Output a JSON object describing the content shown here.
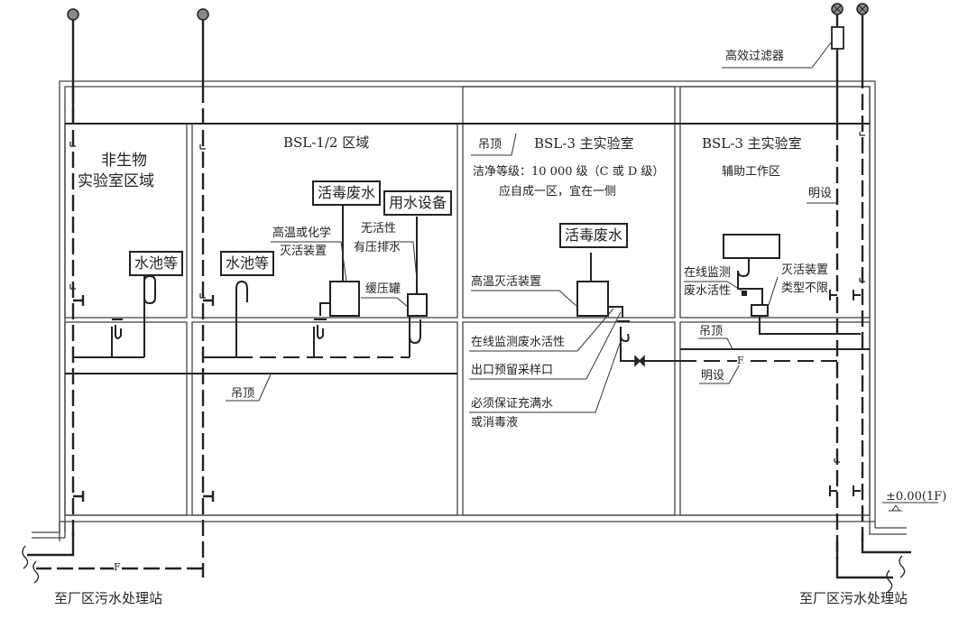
{
  "zones": {
    "non_bio": {
      "line1": "非生物",
      "line2": "实验室区域"
    },
    "bsl12": {
      "title": "BSL-1/2 区域"
    },
    "bsl3_main": {
      "title": "BSL-3 主实验室",
      "desc1": "洁净等级：10 000 级（C 或 D 级）",
      "desc2": "应自成一区，宜在一侧"
    },
    "bsl3_aux": {
      "title": "BSL-3 主实验室",
      "subtitle": "辅助工作区"
    }
  },
  "equipment": {
    "sink_1": "水池等",
    "sink_2": "水池等",
    "live_waste_1": "活毒废水",
    "water_equipment": "用水设备",
    "live_waste_2": "活毒废水",
    "aux_tank": ""
  },
  "annotations": {
    "inactivation_1_line1": "高温或化学",
    "inactivation_1_line2": "灭活装置",
    "no_activity_line1": "无活性",
    "no_activity_line2": "有压排水",
    "buffer_tank": "缓压罐",
    "ceiling_1": "吊顶",
    "ceiling_2": "吊顶",
    "ceiling_3": "吊顶",
    "hepa_filter": "高效过滤器",
    "exposed_1": "明设",
    "exposed_2": "明设",
    "high_temp_inactivation": "高温灭活装置",
    "online_monitor": "在线监测废水活性",
    "sample_port": "出口预留采样口",
    "trap_water_line1": "必须保证充满水",
    "trap_water_line2": "或消毒液",
    "aux_monitor_line1": "在线监测",
    "aux_monitor_line2": "废水活性",
    "aux_inactivation_line1": "灭活装置",
    "aux_inactivation_line2": "类型不限",
    "floor_level": "±0.00(1F)",
    "to_plant_left": "至厂区污水处理站",
    "to_plant_right": "至厂区污水处理站",
    "pipe_mark_f": "F"
  }
}
